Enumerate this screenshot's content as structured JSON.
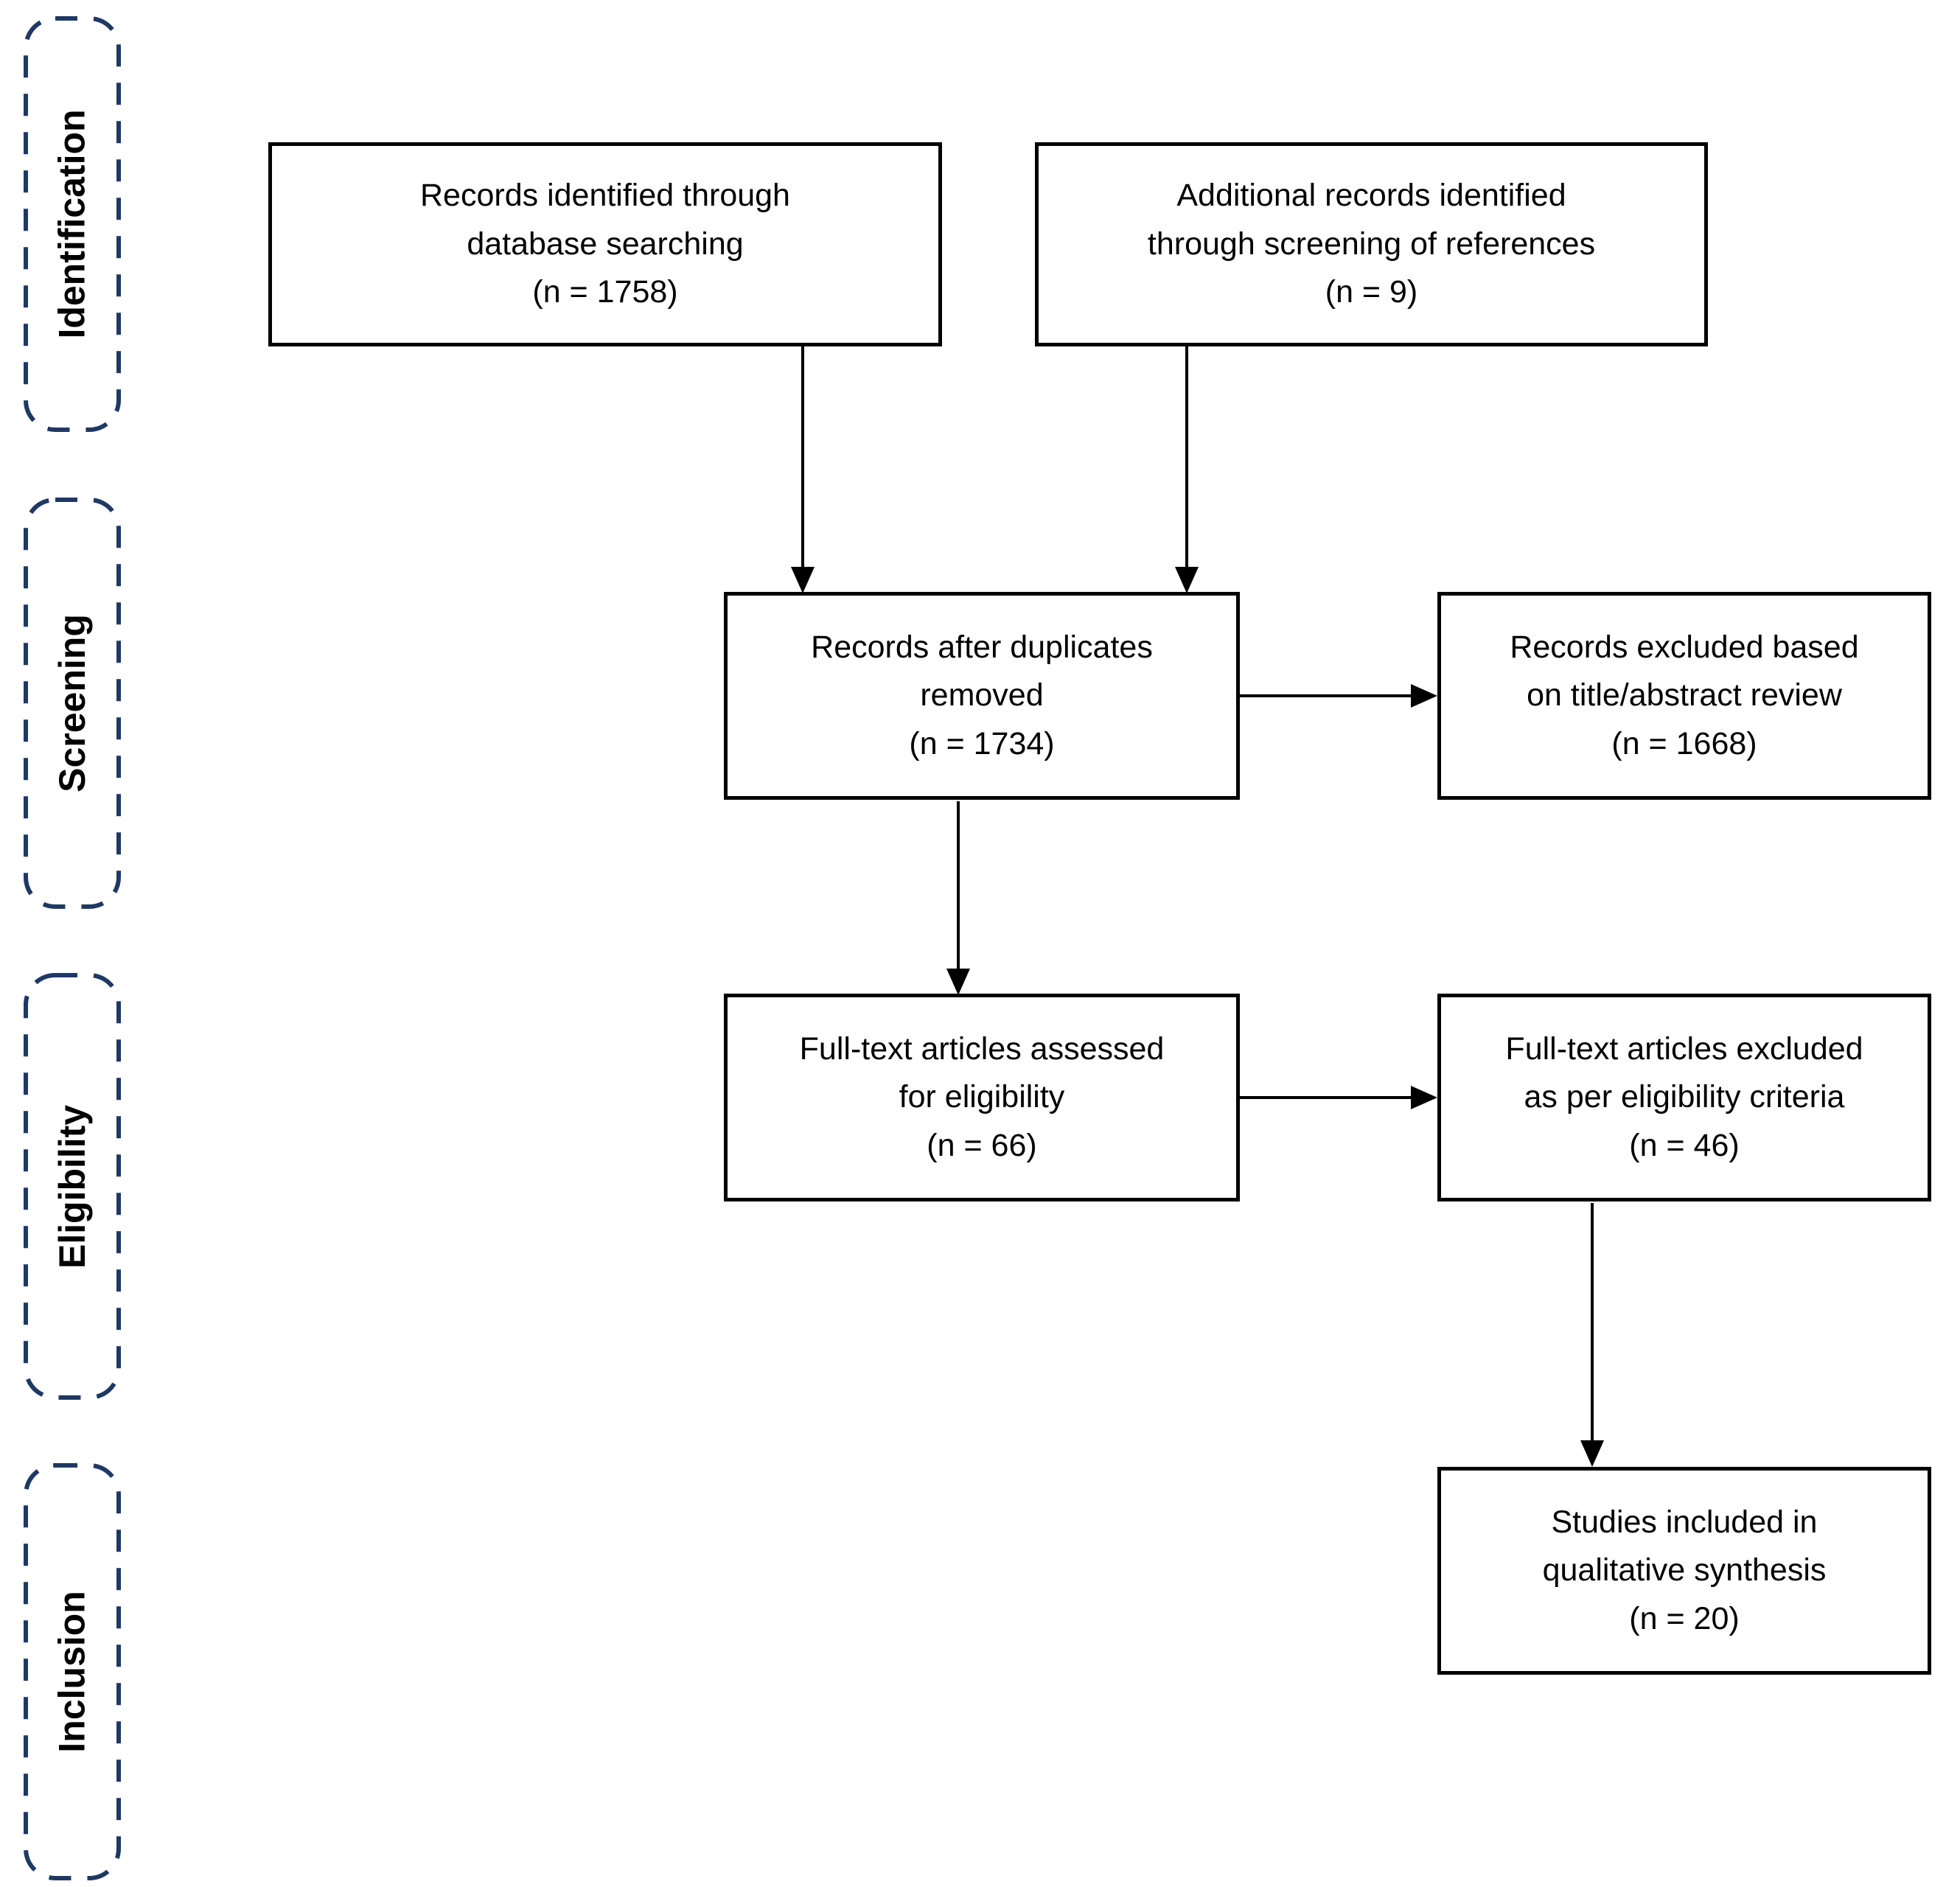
{
  "stages": {
    "identification": {
      "label": "Identification"
    },
    "screening": {
      "label": "Screening"
    },
    "eligibility": {
      "label": "Eligibility"
    },
    "inclusion": {
      "label": "Inclusion"
    }
  },
  "boxes": {
    "records_identified": {
      "text": "Records identified through\ndatabase searching\n(n = 1758)",
      "n": 1758
    },
    "additional_records": {
      "text": "Additional records identified\nthrough screening of references\n(n = 9)",
      "n": 9
    },
    "duplicates_removed": {
      "text": "Records after duplicates\nremoved\n(n = 1734)",
      "n": 1734
    },
    "records_excluded": {
      "text": "Records excluded based\non title/abstract review\n(n = 1668)",
      "n": 1668
    },
    "fulltext_assessed": {
      "text": "Full-text articles assessed\nfor eligibility\n(n = 66)",
      "n": 66
    },
    "fulltext_excluded": {
      "text": "Full-text articles excluded\nas per eligibility criteria\n(n = 46)",
      "n": 46
    },
    "studies_included": {
      "text": "Studies included in\nqualitative synthesis\n(n = 20)",
      "n": 20
    }
  },
  "colors": {
    "stage_border": "#1f3864",
    "box_border": "#000000",
    "arrow": "#000000",
    "text": "#000000",
    "background": "#ffffff"
  }
}
